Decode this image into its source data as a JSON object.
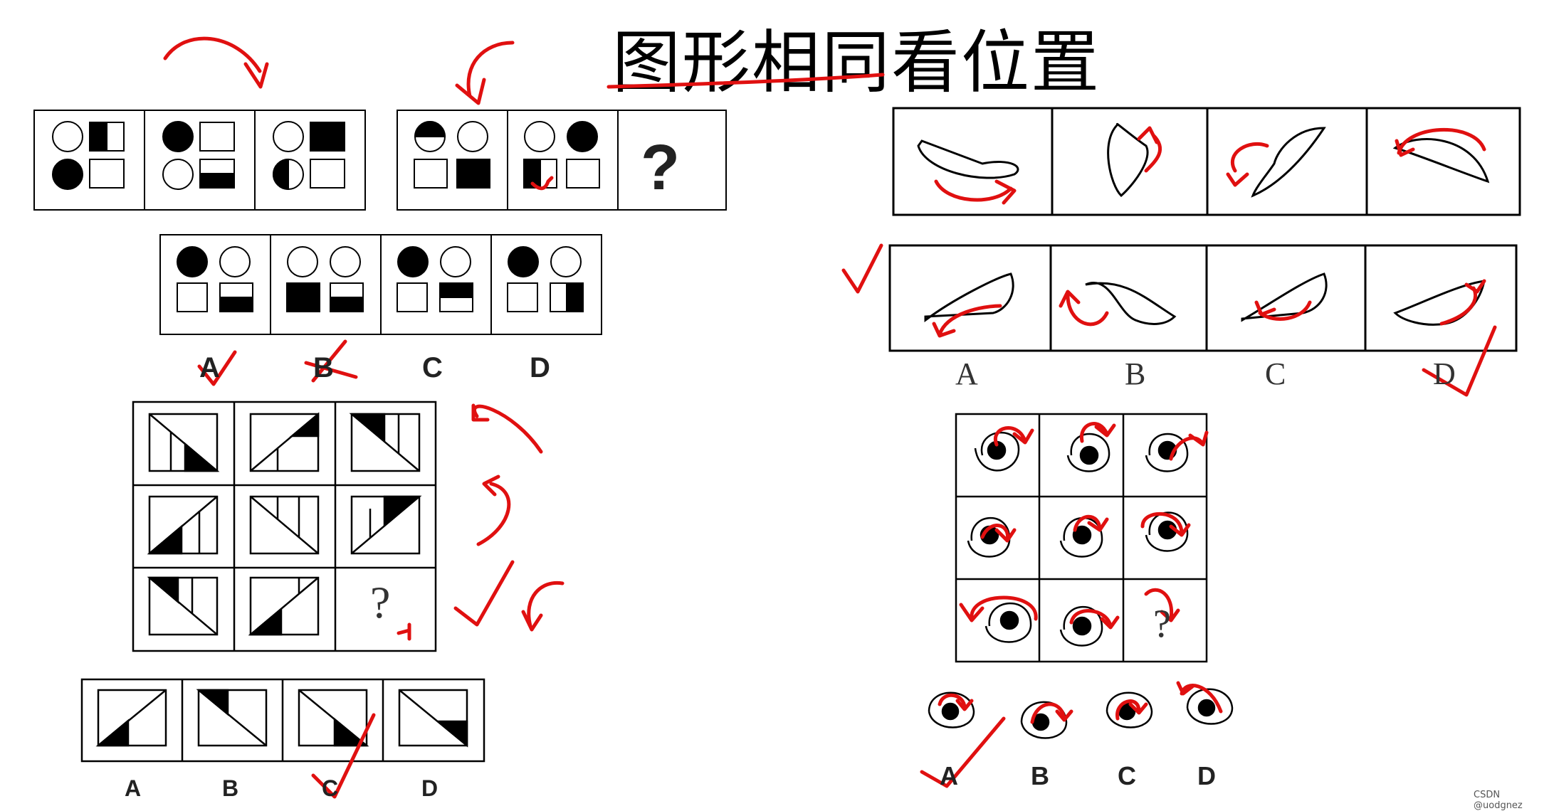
{
  "title": "图形相同看位置",
  "puzzle_top_left": {
    "question_mark": "?",
    "option_labels": [
      "A",
      "B",
      "C",
      "D"
    ]
  },
  "puzzle_top_right": {
    "option_labels": [
      "A",
      "B",
      "C",
      "D"
    ]
  },
  "puzzle_bottom_left": {
    "question_mark": "?",
    "option_labels": [
      "A",
      "B",
      "C",
      "D"
    ]
  },
  "puzzle_bottom_right": {
    "question_mark": "?",
    "option_labels": [
      "A",
      "B",
      "C",
      "D"
    ]
  },
  "watermark": "CSDN @uodgnez",
  "colors": {
    "annotation": "#e01010",
    "ink": "#000000"
  }
}
